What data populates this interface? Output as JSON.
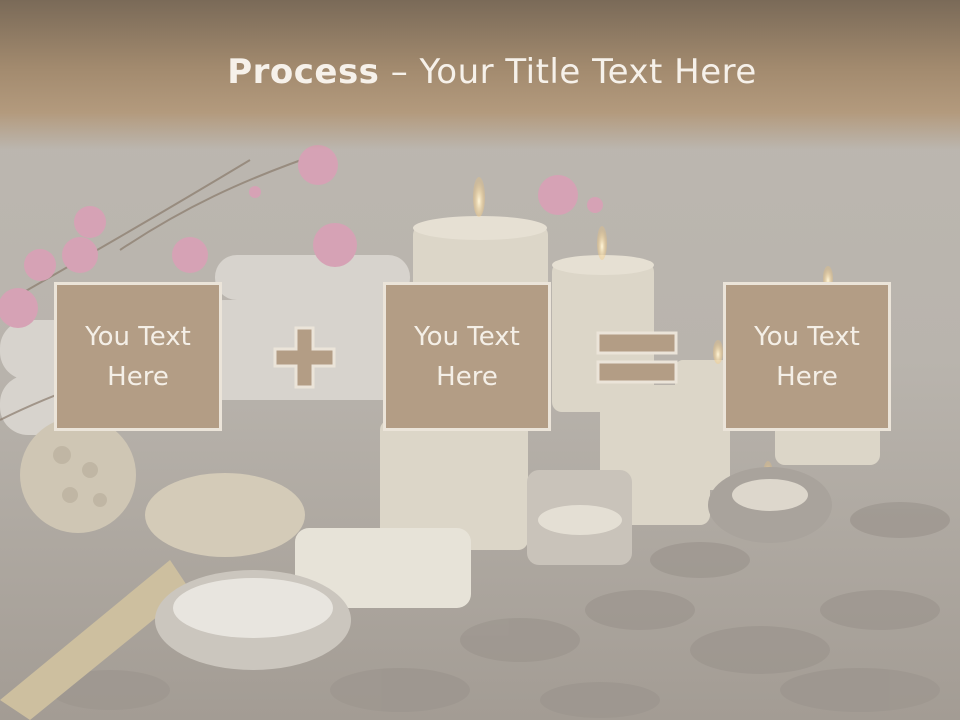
{
  "slide": {
    "title_bold": "Process",
    "title_rest": " – Your Title Text Here"
  },
  "process": {
    "box1": {
      "line1": "You Text",
      "line2": "Here"
    },
    "box2": {
      "line1": "You Text",
      "line2": "Here"
    },
    "box3": {
      "line1": "You Text",
      "line2": "Here"
    },
    "operator1": "plus-icon",
    "operator2": "equals-icon"
  },
  "colors": {
    "title_band": "#a28a6e",
    "box_fill": "#b39d85",
    "box_border": "#ebe4d9",
    "text": "#f4efe7"
  }
}
